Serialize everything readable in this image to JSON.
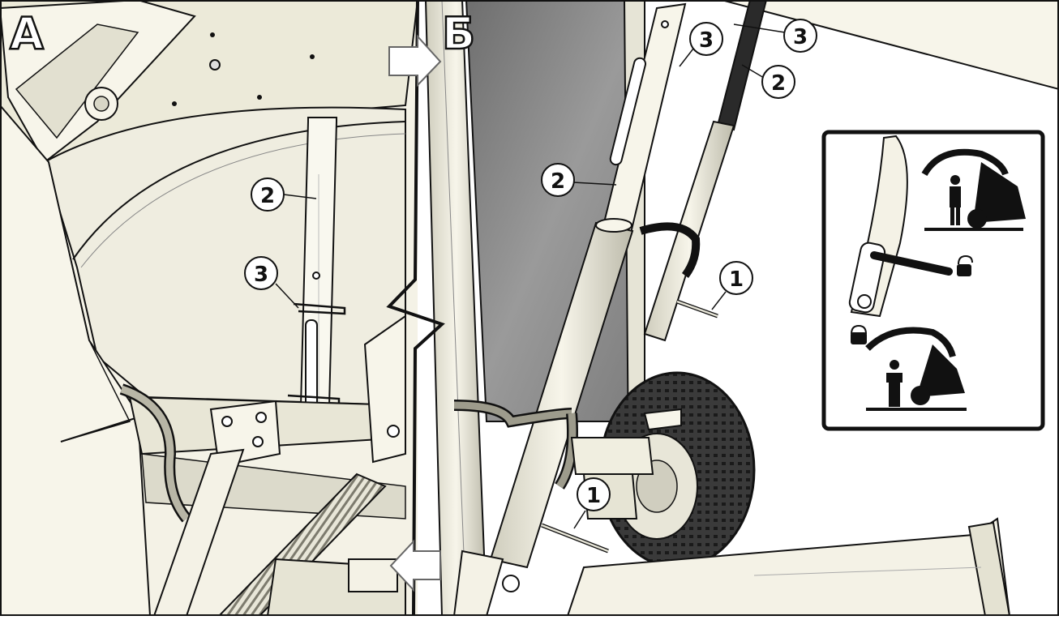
{
  "panels": {
    "left": {
      "letter": "А"
    },
    "right": {
      "letter": "Б"
    }
  },
  "callouts": {
    "left_2": "2",
    "left_3": "3",
    "right_top_3a": "3",
    "right_top_3b": "3",
    "right_top_2": "2",
    "right_mid_2": "2",
    "right_1_upper": "1",
    "right_1_lower": "1"
  },
  "colors": {
    "background": "#ffffff",
    "machine_cream": "#f4f2e6",
    "machine_shadow": "#d9d7c8",
    "panel_gray": "#8f8f8f",
    "line": "#111111"
  },
  "icons": [
    "arrow-right-icon",
    "arrow-left-icon",
    "tractor-hood-raised-icon",
    "tractor-hood-lowered-icon",
    "padlock-unlocked-icon",
    "padlock-locked-icon"
  ]
}
